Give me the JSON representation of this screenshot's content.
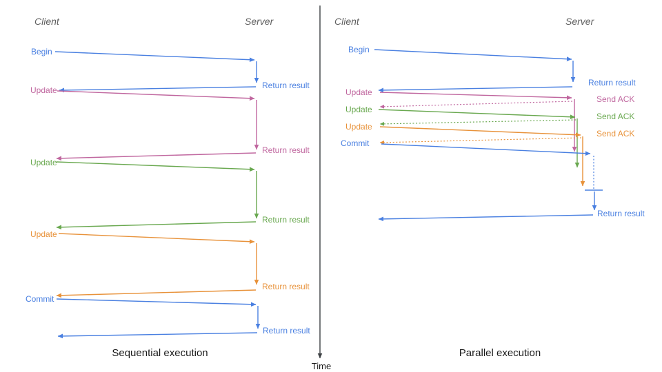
{
  "colors": {
    "blue": "#4a80e1",
    "pink": "#c0679f",
    "green": "#69a84f",
    "orange": "#e8923a",
    "axis": "#3c4043",
    "heading": "#606060",
    "title": "#1a1a1a"
  },
  "time_axis": {
    "label": "Time"
  },
  "left": {
    "title": "Sequential execution",
    "client": "Client",
    "server": "Server",
    "messages": [
      {
        "label": "Begin",
        "response": "Return result"
      },
      {
        "label": "Update",
        "response": "Return result"
      },
      {
        "label": "Update",
        "response": "Return result"
      },
      {
        "label": "Update",
        "response": "Return result"
      },
      {
        "label": "Commit",
        "response": "Return result"
      }
    ]
  },
  "right": {
    "title": "Parallel execution",
    "client": "Client",
    "server": "Server",
    "messages": [
      {
        "label": "Begin",
        "response": "Return result"
      },
      {
        "label": "Update",
        "response": "Send ACK"
      },
      {
        "label": "Update",
        "response": "Send ACK"
      },
      {
        "label": "Update",
        "response": "Send ACK"
      },
      {
        "label": "Commit",
        "response": "Return result"
      }
    ]
  }
}
